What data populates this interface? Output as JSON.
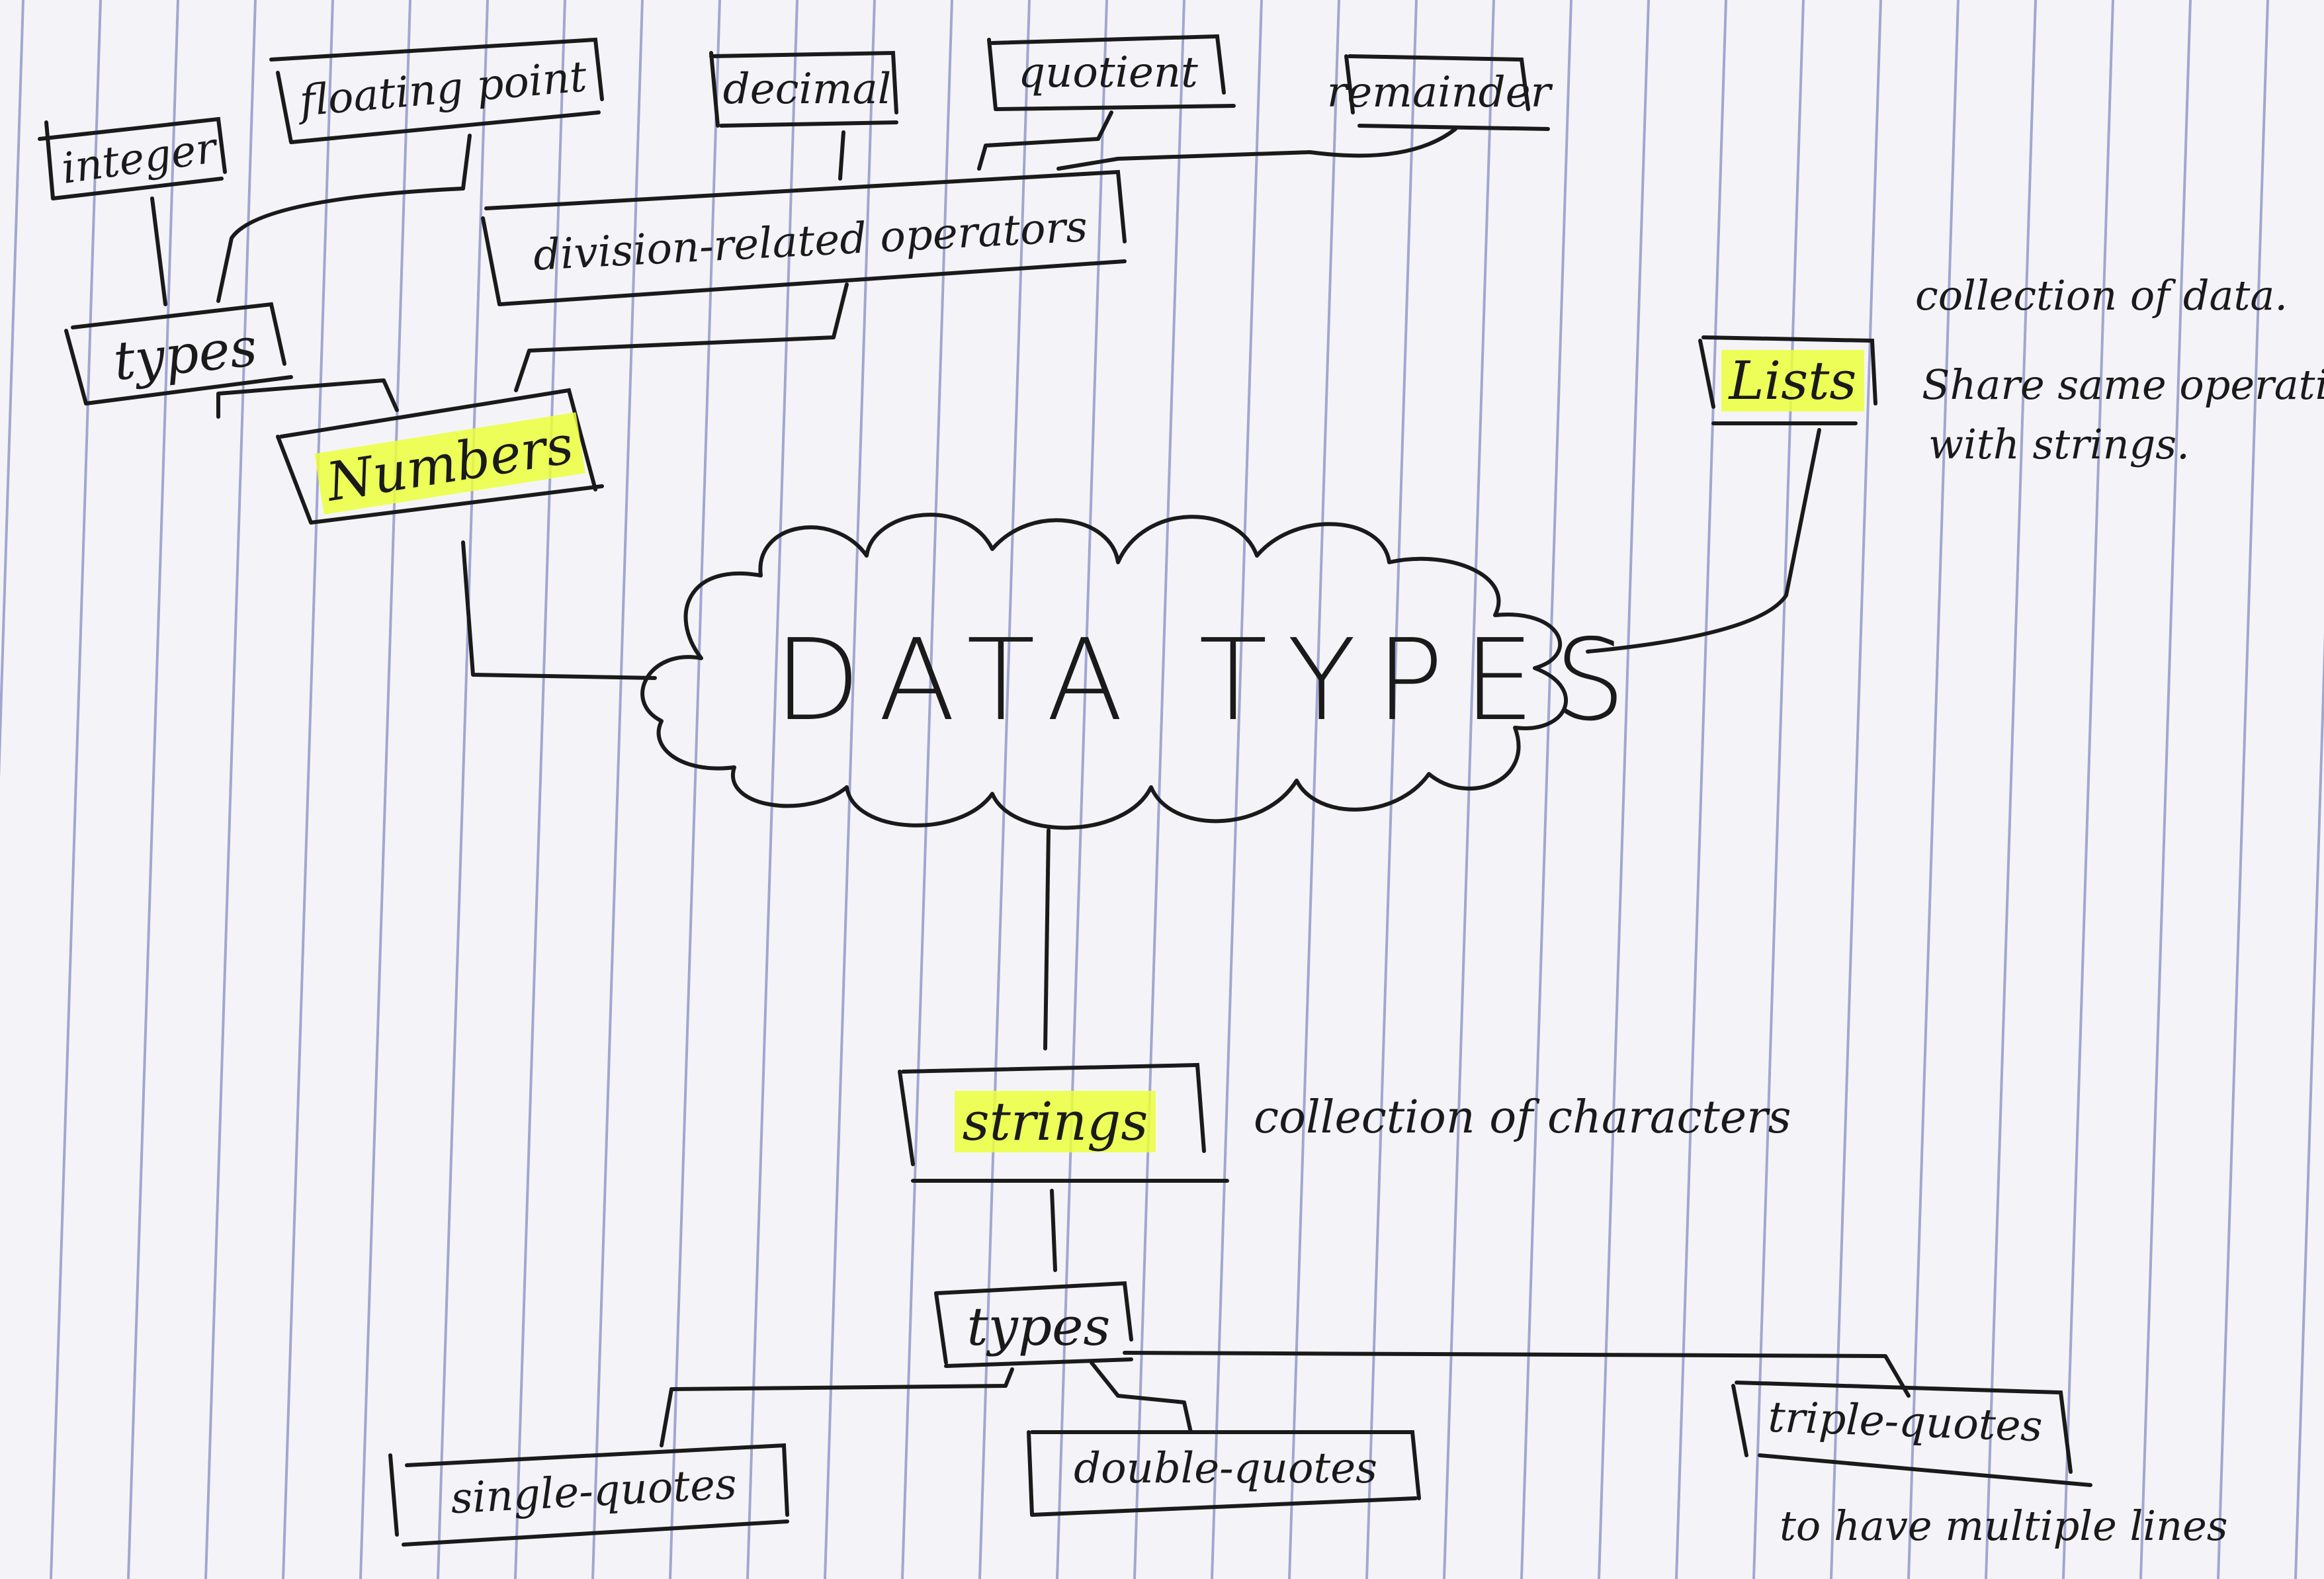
{
  "diagram": {
    "center": "DATA TYPES",
    "branches": {
      "numbers": {
        "label": "Numbers",
        "highlighted": true,
        "types": {
          "label": "types",
          "children": [
            "integer",
            "floating point"
          ]
        },
        "operators": {
          "label": "division-related operators",
          "children": [
            "decimal",
            "quotient",
            "remainder"
          ]
        }
      },
      "lists": {
        "label": "Lists",
        "highlighted": true,
        "notes": [
          "collection of data.",
          "Share same operati",
          "with strings."
        ]
      },
      "strings": {
        "label": "strings",
        "highlighted": true,
        "note": "collection of characters",
        "types": {
          "label": "types",
          "children": [
            "single-quotes",
            "double-quotes",
            "triple-quotes"
          ],
          "triple_note": "to have multiple lines"
        }
      }
    }
  },
  "colors": {
    "paper": "#f4f4f8",
    "rule_line": "#8e93c8",
    "ink": "#1a1a1a",
    "highlighter": "#eaff3c",
    "background": "#a8916f"
  }
}
